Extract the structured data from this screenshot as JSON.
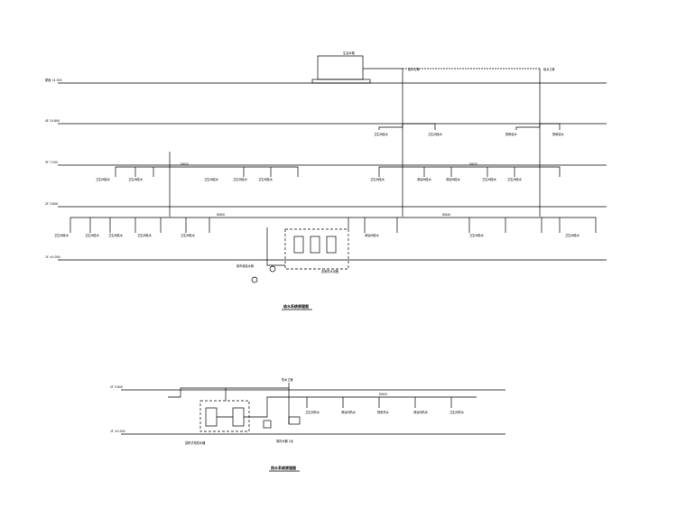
{
  "drawing": {
    "top_title": "给水系统原理图",
    "bottom_title": "热水系统原理图",
    "floors_top": [
      "屋面 14.300",
      "4F 10.800",
      "3F 7.200",
      "2F 3.600",
      "1F ±0.000"
    ],
    "floors_bottom": [
      "2F 3.600",
      "1F ±0.000"
    ],
    "tank_label": "生活水箱",
    "pump_label": "变频供水设备",
    "pump_note": "接市政给水管",
    "heater_label": "容积式电热水器",
    "heater_note": "电热水器 2台",
    "labels_top": [
      "给水立管",
      "给水立管",
      "卫生间给水",
      "卫生间给水",
      "厨房给水",
      "厨房给水",
      "卫生间给水",
      "卫生间给水",
      "卫生间给水",
      "卫生间给水",
      "卫生间给水",
      "卫生间给水",
      "淋浴间给水",
      "淋浴间给水",
      "卫生间给水",
      "卫生间给水",
      "卫生间给水",
      "卫生间给水",
      "卫生间给水",
      "卫生间给水",
      "卫生间给水",
      "淋浴间给水",
      "卫生间给水",
      "卫生间给水"
    ],
    "labels_bottom": [
      "热水立管",
      "卫生间热水",
      "淋浴间热水",
      "厨房热水",
      "淋浴间热水",
      "卫生间热水"
    ],
    "pipe_sizes": [
      "DN50",
      "DN40",
      "DN32",
      "DN25",
      "DN20"
    ]
  }
}
